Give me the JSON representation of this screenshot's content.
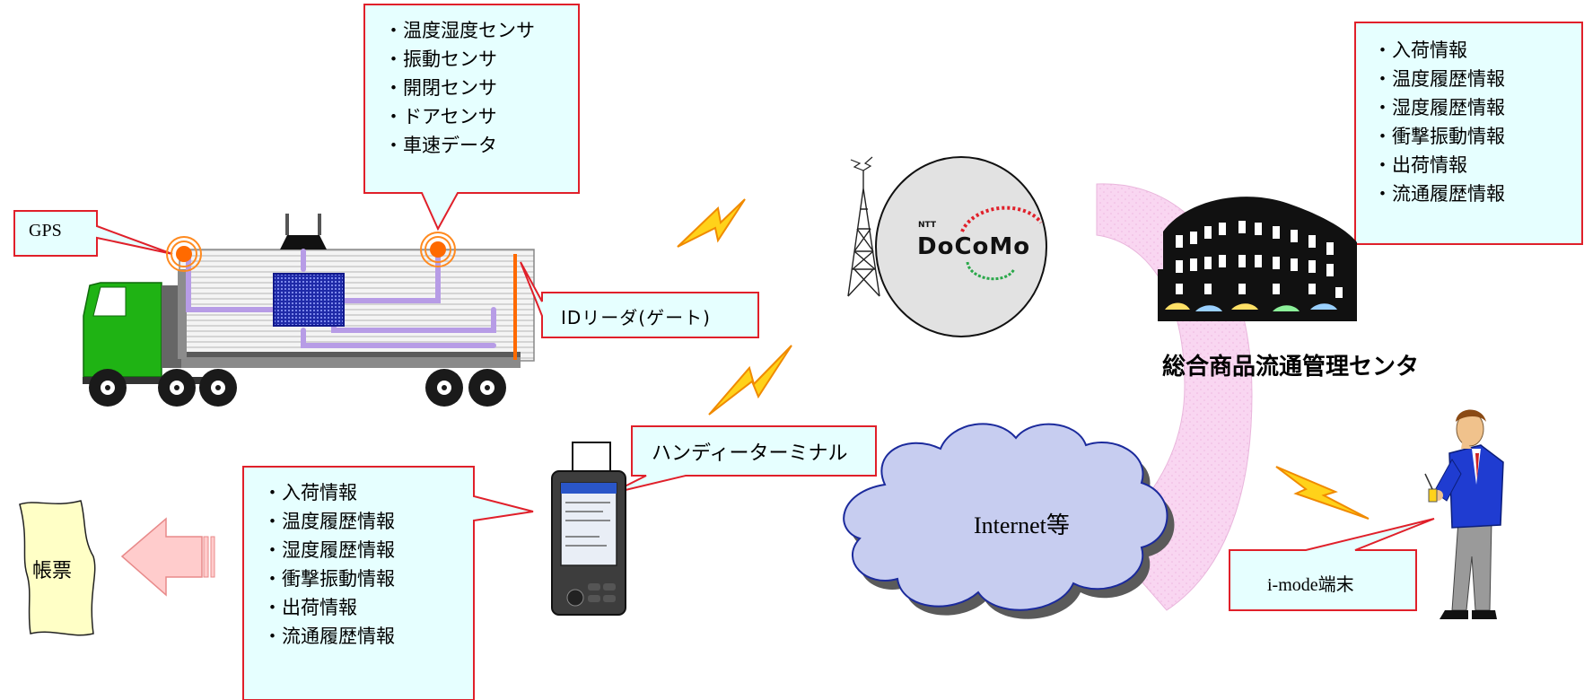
{
  "sensor_callout": {
    "items": [
      "・温度湿度センサ",
      "・振動センサ",
      "・開閉センサ",
      "・ドアセンサ",
      "・車速データ"
    ]
  },
  "gps_label": "GPS",
  "id_reader_label": "IDリーダ(ゲート)",
  "handy_terminal_label": "ハンディーターミナル",
  "bottom_info_callout": {
    "items": [
      "・入荷情報",
      "・温度履歴情報",
      "・湿度履歴情報",
      "・衝撃振動情報",
      "・出荷情報",
      "・流通履歴情報"
    ]
  },
  "top_info_callout": {
    "items": [
      "・入荷情報",
      "・温度履歴情報",
      "・湿度履歴情報",
      "・衝撃振動情報",
      "・出荷情報",
      "・流通履歴情報"
    ]
  },
  "document_label": "帳票",
  "docomo_logo": {
    "small_text": "NTT",
    "text": "DoCoMo"
  },
  "center_title": "総合商品流通管理センタ",
  "internet_label": "Internet等",
  "imode_label": "i-mode端末",
  "colors": {
    "callout_fill": "#e6ffff",
    "callout_border": "#e0202a",
    "truck_cab": "#1fb314",
    "wiring": "#b79ce6",
    "sensor": "#ff6a00",
    "lightning": "#ffd21a",
    "arrow_fill": "#ffcccc",
    "document_fill": "#ffffc6",
    "cloud_fill": "#c7cdf0",
    "cloud_edge": "#1b2a9c",
    "link_band": "#f7cfee"
  },
  "icons": [
    "truck-icon",
    "antenna-tower-icon",
    "building-icon",
    "person-with-phone-icon",
    "handheld-terminal-icon",
    "lightning-icon",
    "arrow-left-icon",
    "document-scroll-icon",
    "cloud-icon"
  ]
}
